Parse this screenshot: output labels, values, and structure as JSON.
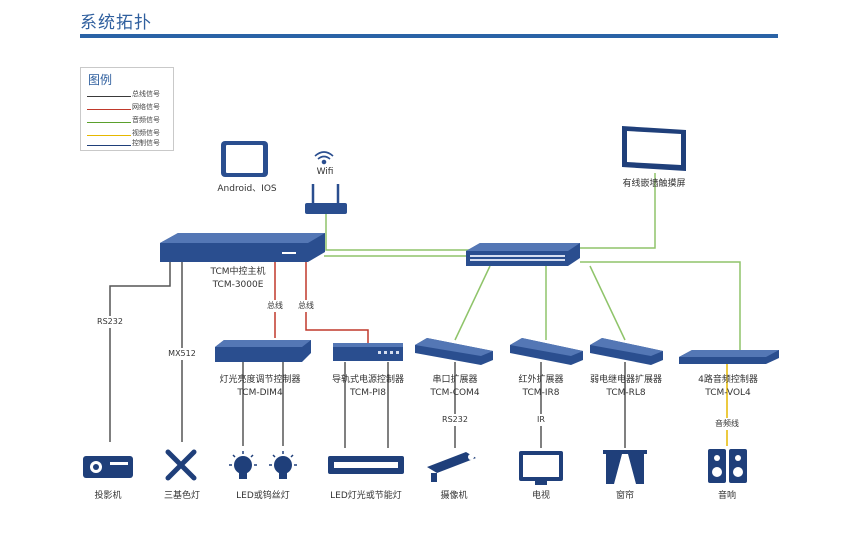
{
  "page": {
    "title": "系统拓扑"
  },
  "legend": {
    "title": "图例",
    "items": [
      {
        "label": "总线信号",
        "color": "#3a3a3a"
      },
      {
        "label": "网络信号",
        "color": "#c0392b"
      },
      {
        "label": "音频信号",
        "color": "#5aa02c"
      },
      {
        "label": "视频信号",
        "color": "#e6b800"
      },
      {
        "label": "控制信号",
        "color": "#1f3f7a"
      }
    ]
  },
  "devices": {
    "tablet": {
      "label": "Android、IOS"
    },
    "wifi": {
      "label": "Wifi"
    },
    "touchscreen": {
      "label": "有线嵌墙触摸屏"
    },
    "host": {
      "label": "TCM中控主机",
      "model": "TCM-3000E"
    },
    "dim4": {
      "label": "灯光亮度调节控制器",
      "model": "TCM-DIM4"
    },
    "pi8": {
      "label": "导轨式电源控制器",
      "model": "TCM-PI8"
    },
    "com4": {
      "label": "串口扩展器",
      "model": "TCM-COM4"
    },
    "ir8": {
      "label": "红外扩展器",
      "model": "TCM-IR8"
    },
    "rl8": {
      "label": "弱电继电器扩展器",
      "model": "TCM-RL8"
    },
    "vol4": {
      "label": "4路音频控制器",
      "model": "TCM-VOL4"
    }
  },
  "links": {
    "rs232_projector": "RS232",
    "mx512": "MX512",
    "bus1": "总线",
    "bus2": "总线",
    "rs232_camera": "RS232",
    "ir": "IR",
    "audio": "音频线"
  },
  "endpoints": {
    "projector": "投影机",
    "tricolor": "三基色灯",
    "led_bulb": "LED或钨丝灯",
    "led_tube": "LED灯光或节能灯",
    "camera": "摄像机",
    "tv": "电视",
    "curtain": "窗帘",
    "speaker": "音响"
  }
}
